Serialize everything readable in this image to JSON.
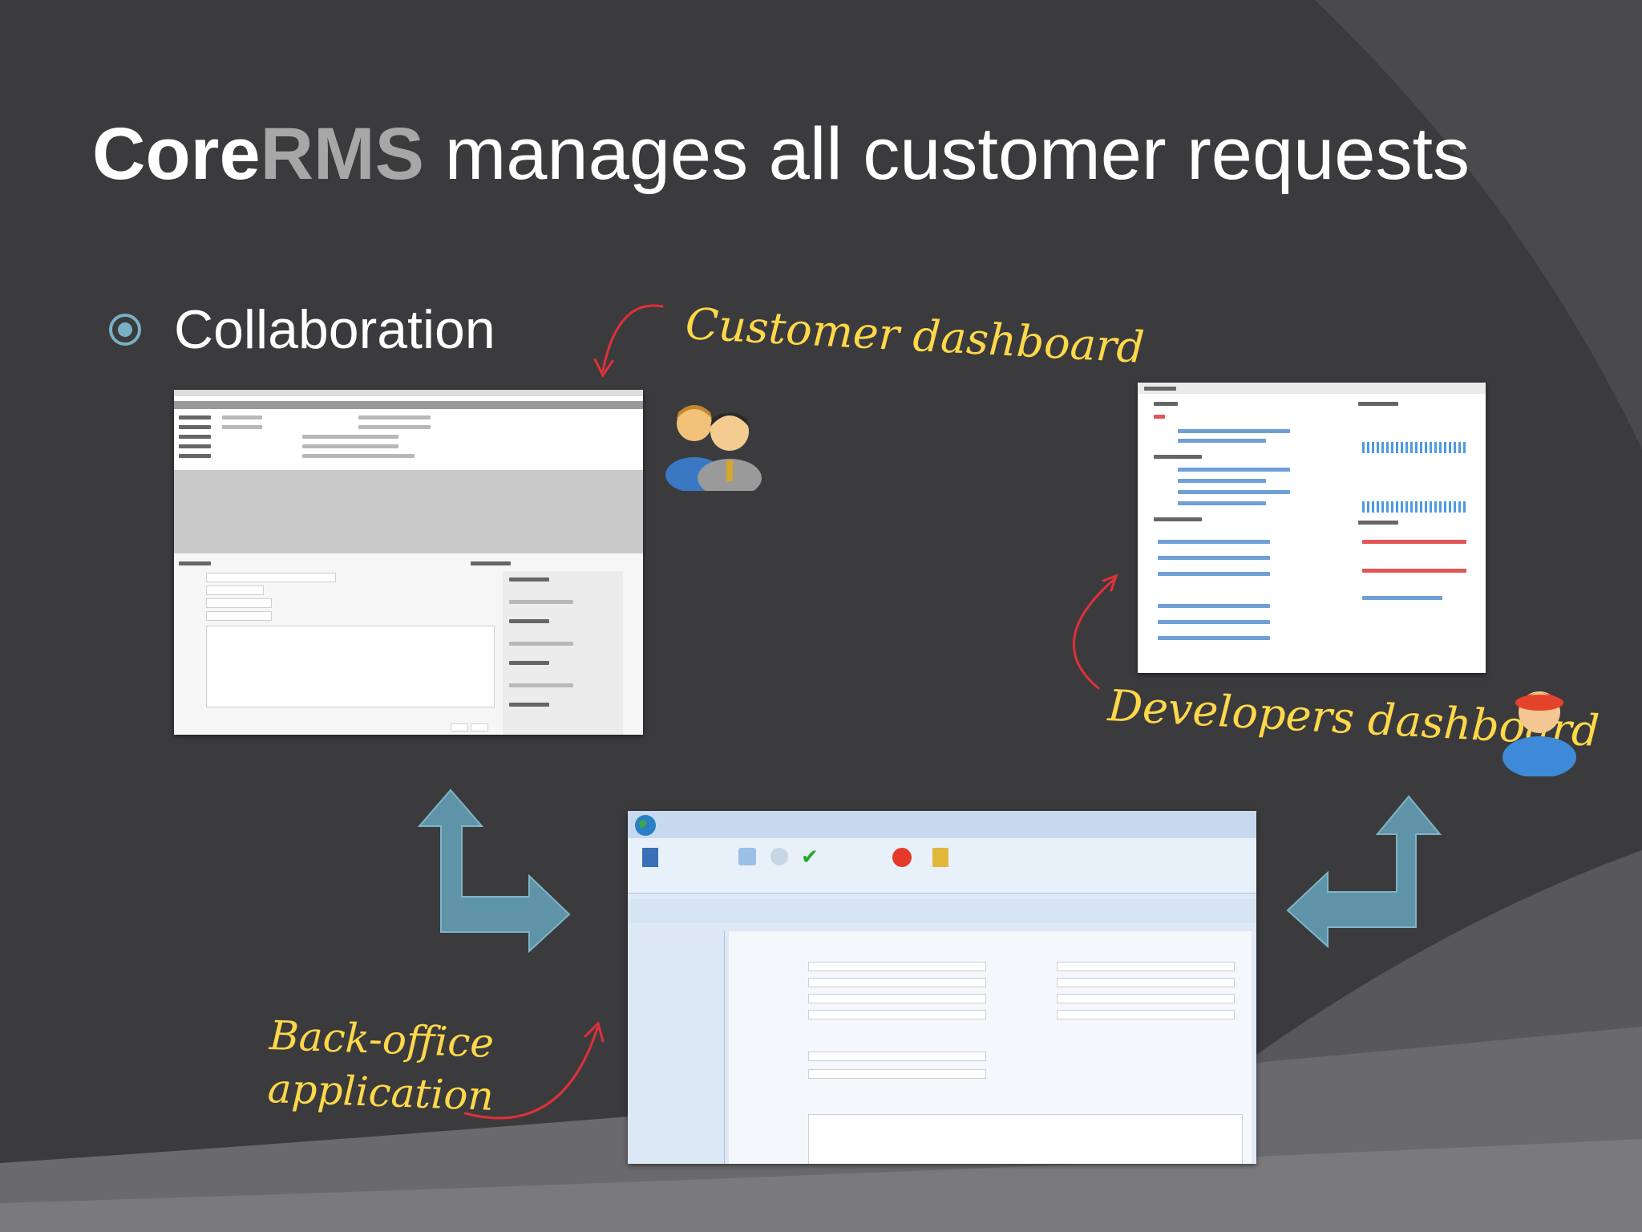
{
  "slide": {
    "title_part1": "Core",
    "title_part2": "RMS",
    "title_rest": " manages all customer requests",
    "bullet": "Collaboration"
  },
  "annotations": {
    "customer_dashboard": "Customer dashboard",
    "developers_dashboard": "Developers dashboard",
    "backoffice_line1": "Back-office",
    "backoffice_line2": "application"
  },
  "colors": {
    "background": "#3b3b3d",
    "title": "#ffffff",
    "title_accent": "#a7a7a7",
    "bullet_icon": "#7ab0c6",
    "handwriting": "#ffd84a",
    "curved_arrow": "#e0303a",
    "flow_arrow": "#5f93a8"
  },
  "icons": {
    "bullet": "target-circle-icon",
    "customers": "two-people-icon",
    "developer": "person-red-cap-icon",
    "arrows": "elbow-arrow-icon"
  }
}
